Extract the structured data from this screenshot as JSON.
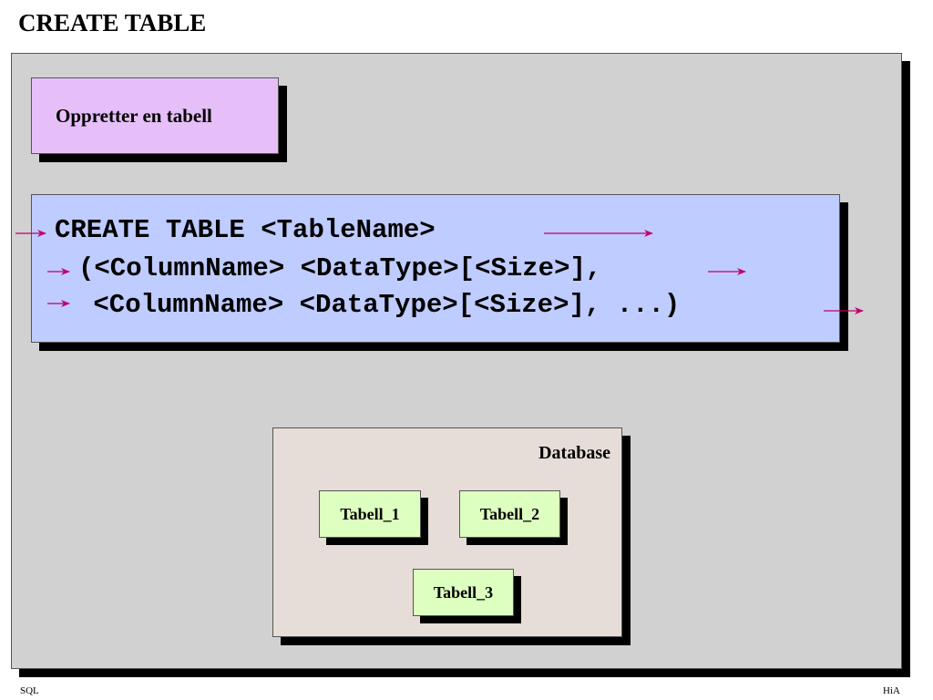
{
  "title": "CREATE TABLE",
  "subtitle_box": "Oppretter en tabell",
  "code_lines": [
    "CREATE TABLE <TableName>",
    "(<ColumnName> <DataType>[<Size>],",
    " <ColumnName> <DataType>[<Size>], ...)"
  ],
  "database": {
    "label": "Database",
    "tables": [
      "Tabell_1",
      "Tabell_2",
      "Tabell_3"
    ]
  },
  "footer": {
    "left": "SQL",
    "right": "HiA"
  },
  "colors": {
    "panel": "#d1d1d1",
    "purple_box": "#e6bff9",
    "code_box": "#bfccff",
    "db_box": "#e6ddd8",
    "table_box": "#ddffc0",
    "arrow": "#c0006b"
  }
}
